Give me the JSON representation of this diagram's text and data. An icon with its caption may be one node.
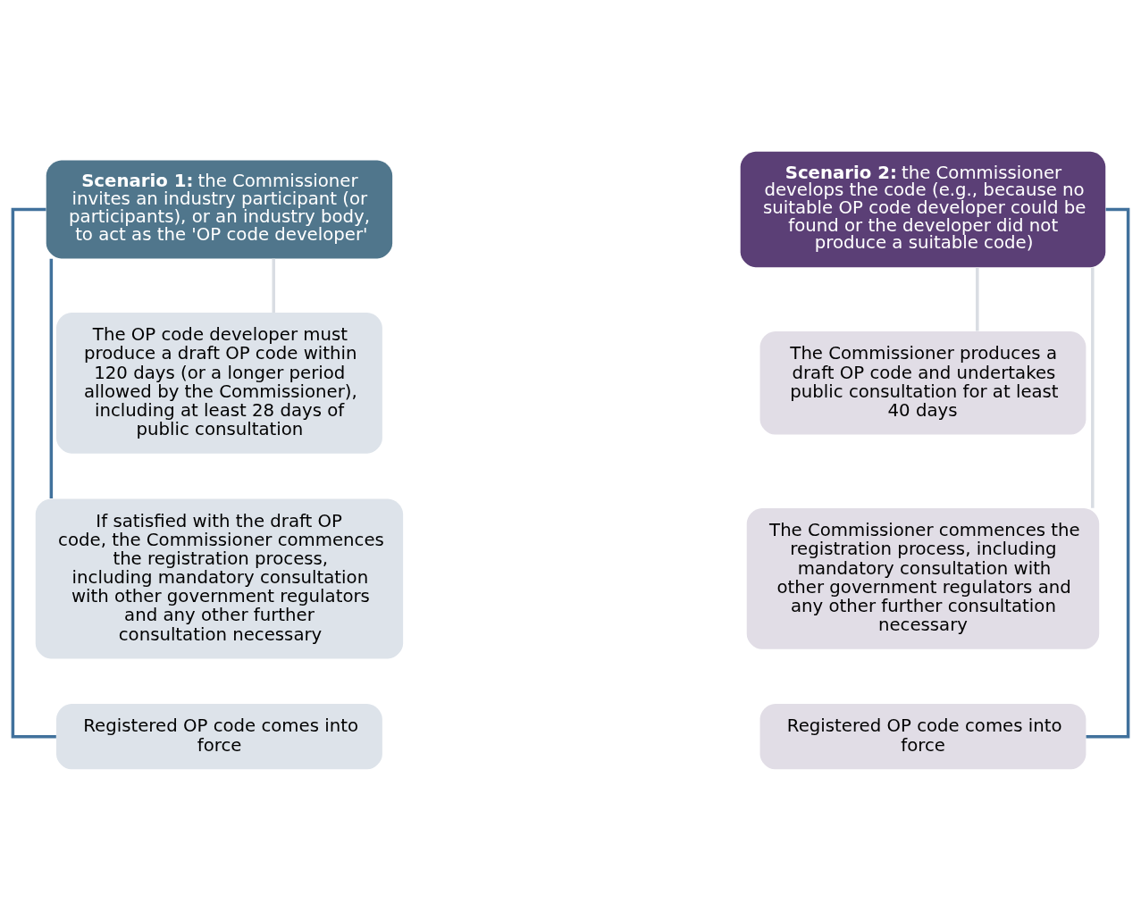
{
  "diagram": {
    "nodes": [
      {
        "text": [
          "**Scenario 1:** the Commissioner invites an industry participant (or participants), or an industry body, to act as the 'OP code developer'"
        ]
      },
      {
        "text": [
          "The OP code developer must produce a draft OP code within 120 days (or a longer period allowed by the Commissioner), including at least 28 days of public consultation"
        ]
      },
      {
        "text": [
          "If satisfied with the draft OP code, the Commissioner commences the registration process, including mandatory consultation with other government regulators and any other further consultation necessary"
        ]
      },
      {
        "text": [
          "Registered OP code comes into force"
        ]
      },
      {
        "text": [
          "**Scenario 2:** the Commissioner develops the code (e.g., because no suitable OP code developer could be found or the developer did not produce a suitable code)"
        ]
      },
      {
        "text": [
          "The Commissioner produces a draft OP code and undertakes public consultation for at least 40 days"
        ]
      },
      {
        "text": [
          "The Commissioner commences the registration process, including mandatory consultation with other government regulators and any other further consultation necessary"
        ]
      },
      {
        "text": [
          "Registered OP code comes into force"
        ]
      }
    ],
    "edges": [
      {
        "from": 0,
        "to": 1,
        "arrow": "none",
        "color": "#d9dde3"
      },
      {
        "from": 0,
        "to": 2,
        "arrow": "none",
        "color": "#41719c"
      },
      {
        "from": 0,
        "to": 3,
        "arrow": "none",
        "color": "#41719c"
      },
      {
        "from": 4,
        "to": 5,
        "arrow": "none",
        "color": "#d9dde3"
      },
      {
        "from": 4,
        "to": 6,
        "arrow": "none",
        "color": "#d9dde3"
      },
      {
        "from": 4,
        "to": 7,
        "arrow": "none",
        "color": "#41719c"
      }
    ]
  }
}
